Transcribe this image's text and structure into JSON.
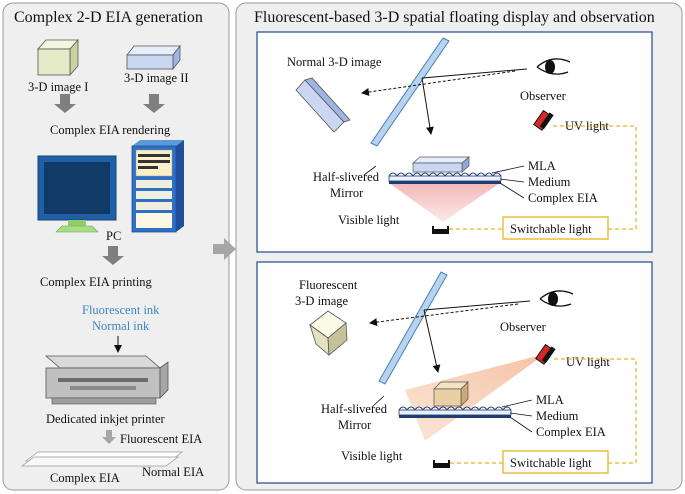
{
  "left_panel": {
    "title": "Complex 2-D EIA generation",
    "image1": "3-D image I",
    "image2": "3-D image II",
    "rendering": "Complex EIA rendering",
    "pc": "PC",
    "printing": "Complex EIA printing",
    "ink_fluorescent": "Fluorescent ink",
    "ink_normal": "Normal ink",
    "printer": "Dedicated inkjet printer",
    "fluorescent_eia": "Fluorescent EIA",
    "complex_eia": "Complex EIA",
    "normal_eia": "Normal EIA"
  },
  "right_panel": {
    "title": "Fluorescent-based 3-D spatial floating display and observation",
    "top": {
      "image_label": "Normal 3-D image",
      "observer": "Observer",
      "uv_light": "UV light",
      "mirror_line1": "Half-slivered",
      "mirror_line2": "Mirror",
      "mla": "MLA",
      "medium": "Medium",
      "complex_eia": "Complex EIA",
      "visible_light": "Visible light",
      "switchable_light": "Switchable light"
    },
    "bottom": {
      "image_line1": "Fluorescent",
      "image_line2": "3-D image",
      "observer": "Observer",
      "uv_light": "UV light",
      "mirror_line1": "Half-slivered",
      "mirror_line2": "Mirror",
      "mla": "MLA",
      "medium": "Medium",
      "complex_eia": "Complex EIA",
      "visible_light": "Visible light",
      "switchable_light": "Switchable light"
    }
  },
  "colors": {
    "panel_bg": "#efefef",
    "frame_blue": "#2f5597",
    "switch_border": "#e6b422",
    "beam_red": "#f4c2c2",
    "beam_orange": "#f6d2bd",
    "ink_blue": "#3d85c6"
  }
}
